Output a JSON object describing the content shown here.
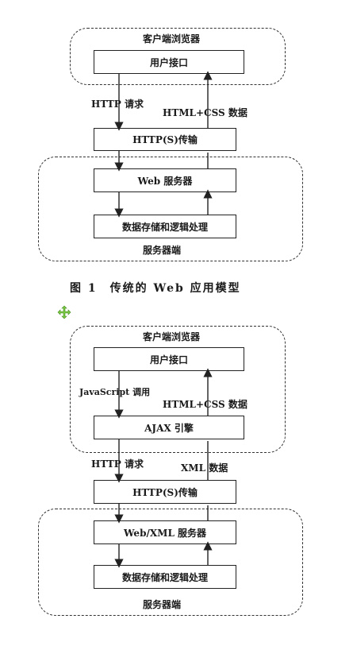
{
  "figure1": {
    "client_zone": "客户端浏览器",
    "ui_box": "用户接口",
    "request_label": "HTTP 请求",
    "response_label": "HTML+CSS 数据",
    "transport_box": "HTTP(S)传输",
    "webserver_box": "Web 服务器",
    "storage_box": "数据存储和逻辑处理",
    "server_zone": "服务器端",
    "caption": "图 1　传统的 Web 应用模型"
  },
  "figure2": {
    "client_zone": "客户端浏览器",
    "ui_box": "用户接口",
    "js_label": "JavaScript 调用",
    "html_label": "HTML+CSS 数据",
    "ajax_box": "AJAX 引擎",
    "request_label": "HTTP 请求",
    "xml_label": "XML 数据",
    "transport_box": "HTTP(S)传输",
    "webserver_box": "Web/XML 服务器",
    "storage_box": "数据存储和逻辑处理",
    "server_zone": "服务器端"
  },
  "colors": {
    "move_cursor": "#7ac943"
  }
}
